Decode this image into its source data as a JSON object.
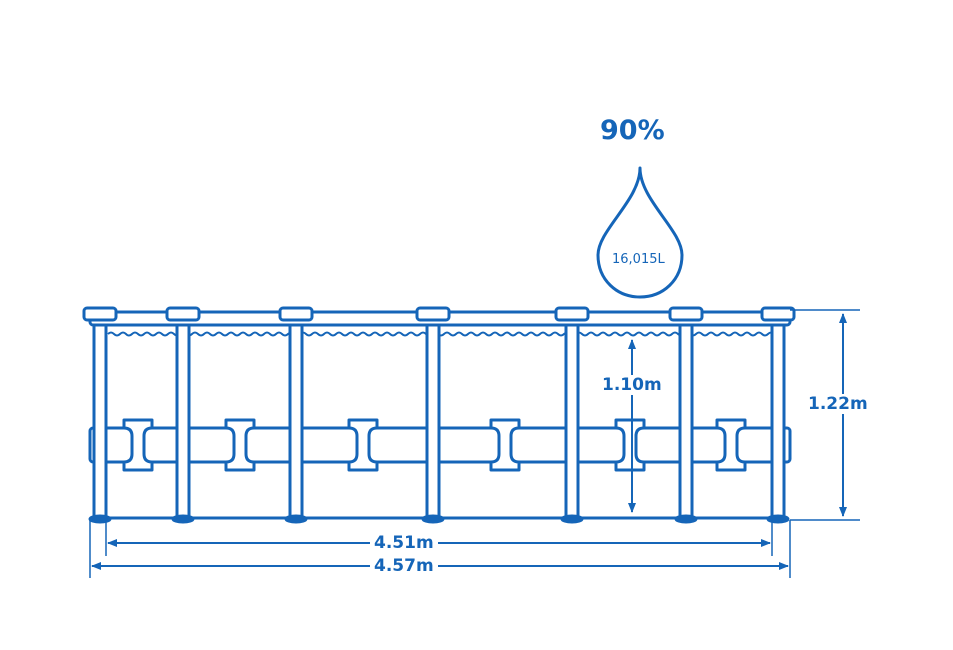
{
  "colors": {
    "line": "#1565b8"
  },
  "fill_percent_label": "90%",
  "volume_label": "16,015L",
  "dimensions": {
    "total_height": "1.22m",
    "water_depth": "1.10m",
    "inner_diameter": "4.51m",
    "outer_diameter": "4.57m"
  }
}
